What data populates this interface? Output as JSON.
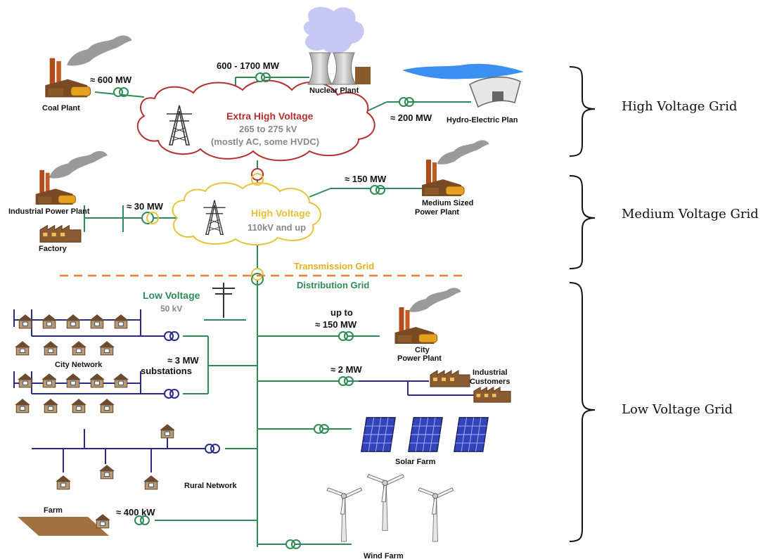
{
  "colors": {
    "ehv_cloud": "#b43030",
    "hv_cloud": "#e6c23a",
    "grid_green": "#2e8b57",
    "low_voltage_blue": "#2a2a8a",
    "divider_orange": "#e8803a",
    "transmission_text": "#e6b020",
    "distribution_text": "#2e8b57"
  },
  "high_voltage_section": {
    "coal": {
      "label": "Coal Plant",
      "power": "≈ 600  MW"
    },
    "nuclear": {
      "label": "Nuclear Plant",
      "power": "600 - 1700  MW"
    },
    "hydro": {
      "label": "Hydro-Electric Plan",
      "power": "≈ 200  MW"
    },
    "cloud": {
      "title": "Extra High Voltage",
      "line1": "265 to 275 kV",
      "line2": "(mostly AC, some HVDC)"
    }
  },
  "medium_voltage_section": {
    "industrial": {
      "label": "Industrial Power Plant",
      "power": "≈ 30 MW"
    },
    "factory": {
      "label": "Factory"
    },
    "medium_plant": {
      "label_line1": "Medium Sized",
      "label_line2": "Power Plant",
      "power": "≈ 150  MW"
    },
    "cloud": {
      "title": "High Voltage",
      "line1": "110kV and up"
    }
  },
  "divider": {
    "transmission": "Transmission Grid",
    "distribution": "Distribution Grid"
  },
  "low_voltage_section": {
    "title": "Low Voltage",
    "kv": "50 kV",
    "city_network": "City Network",
    "substation_line1": "≈ 3  MW",
    "substation_line2": "substations",
    "city_plant": {
      "power_line1": "up to",
      "power_line2": "≈ 150  MW",
      "label_line1": "City",
      "label_line2": "Power Plant"
    },
    "industrial_customers": {
      "power": "≈ 2  MW",
      "label_line1": "Industrial",
      "label_line2": "Customers"
    },
    "solar": "Solar Farm",
    "rural": "Rural Network",
    "farm": {
      "label": "Farm",
      "power": "≈ 400  kW"
    },
    "wind": "Wind Farm"
  },
  "brackets": {
    "high": "High Voltage Grid",
    "medium": "Medium Voltage Grid",
    "low": "Low Voltage Grid"
  }
}
